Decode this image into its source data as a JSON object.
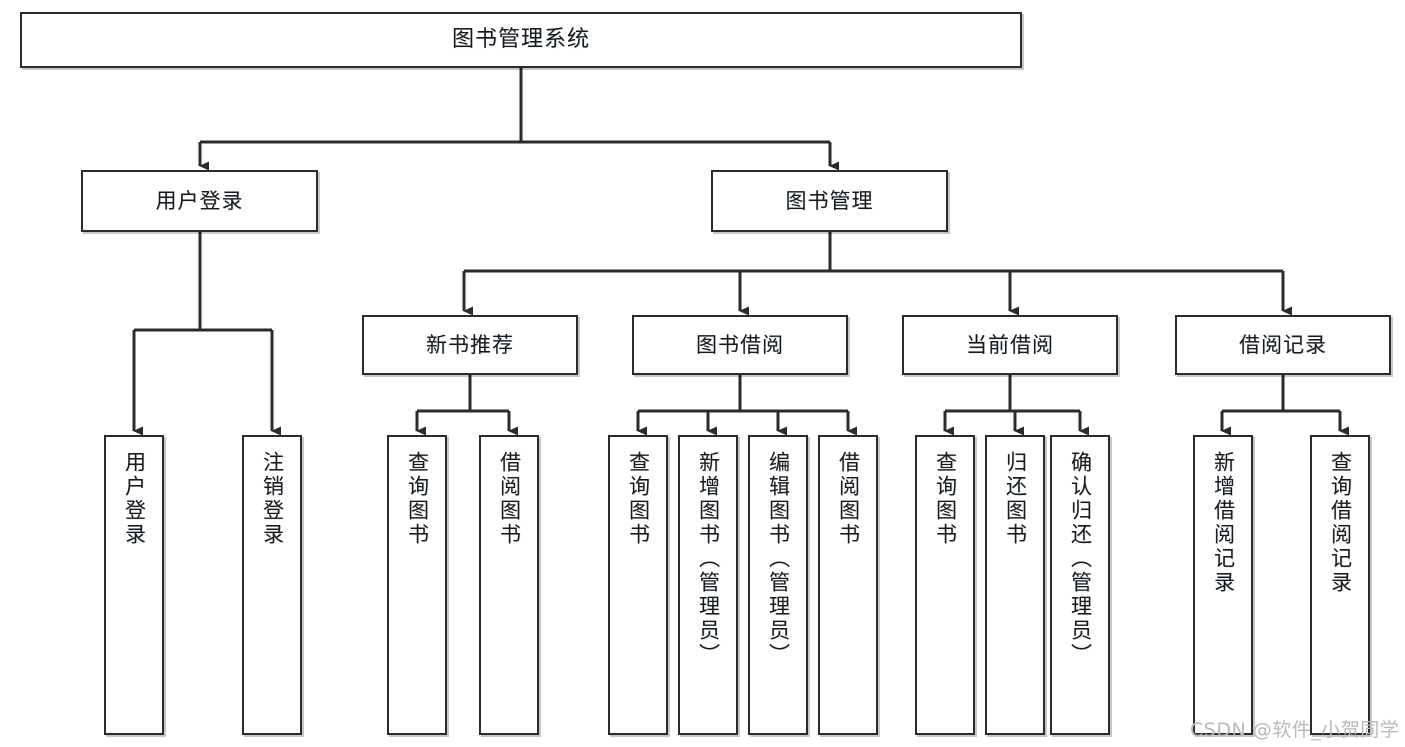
{
  "diagram": {
    "type": "tree",
    "title": "图书管理系统",
    "watermark": "CSDN @软件_小贺同学",
    "colors": {
      "box_border": "#2b2b2b",
      "box_fill": "#ffffff",
      "connector": "#2b2b2b",
      "text": "#1a1a1a",
      "watermark": "#b9b9b9"
    },
    "nodes": {
      "root": {
        "label": "图书管理系统"
      },
      "level2": [
        {
          "label": "用户登录"
        },
        {
          "label": "图书管理"
        }
      ],
      "level3": [
        {
          "label": "新书推荐"
        },
        {
          "label": "图书借阅"
        },
        {
          "label": "当前借阅"
        },
        {
          "label": "借阅记录"
        }
      ],
      "leaves_user_login": [
        {
          "label": "用户登录"
        },
        {
          "label": "注销登录"
        }
      ],
      "leaves_new_book": [
        {
          "label": "查询图书"
        },
        {
          "label": "借阅图书"
        }
      ],
      "leaves_borrow": [
        {
          "label": "查询图书"
        },
        {
          "label": "新增图书（管理员）"
        },
        {
          "label": "编辑图书（管理员）"
        },
        {
          "label": "借阅图书"
        }
      ],
      "leaves_current": [
        {
          "label": "查询图书"
        },
        {
          "label": "归还图书"
        },
        {
          "label": "确认归还（管理员）"
        }
      ],
      "leaves_record": [
        {
          "label": "新增借阅记录"
        },
        {
          "label": "查询借阅记录"
        }
      ]
    },
    "edges": [
      {
        "from": "图书管理系统",
        "to": "用户登录"
      },
      {
        "from": "图书管理系统",
        "to": "图书管理"
      },
      {
        "from": "用户登录",
        "to": "用户登录"
      },
      {
        "from": "用户登录",
        "to": "注销登录"
      },
      {
        "from": "图书管理",
        "to": "新书推荐"
      },
      {
        "from": "图书管理",
        "to": "图书借阅"
      },
      {
        "from": "图书管理",
        "to": "当前借阅"
      },
      {
        "from": "图书管理",
        "to": "借阅记录"
      },
      {
        "from": "新书推荐",
        "to": "查询图书"
      },
      {
        "from": "新书推荐",
        "to": "借阅图书"
      },
      {
        "from": "图书借阅",
        "to": "查询图书"
      },
      {
        "from": "图书借阅",
        "to": "新增图书（管理员）"
      },
      {
        "from": "图书借阅",
        "to": "编辑图书（管理员）"
      },
      {
        "from": "图书借阅",
        "to": "借阅图书"
      },
      {
        "from": "当前借阅",
        "to": "查询图书"
      },
      {
        "from": "当前借阅",
        "to": "归还图书"
      },
      {
        "from": "当前借阅",
        "to": "确认归还（管理员）"
      },
      {
        "from": "借阅记录",
        "to": "新增借阅记录"
      },
      {
        "from": "借阅记录",
        "to": "查询借阅记录"
      }
    ]
  }
}
